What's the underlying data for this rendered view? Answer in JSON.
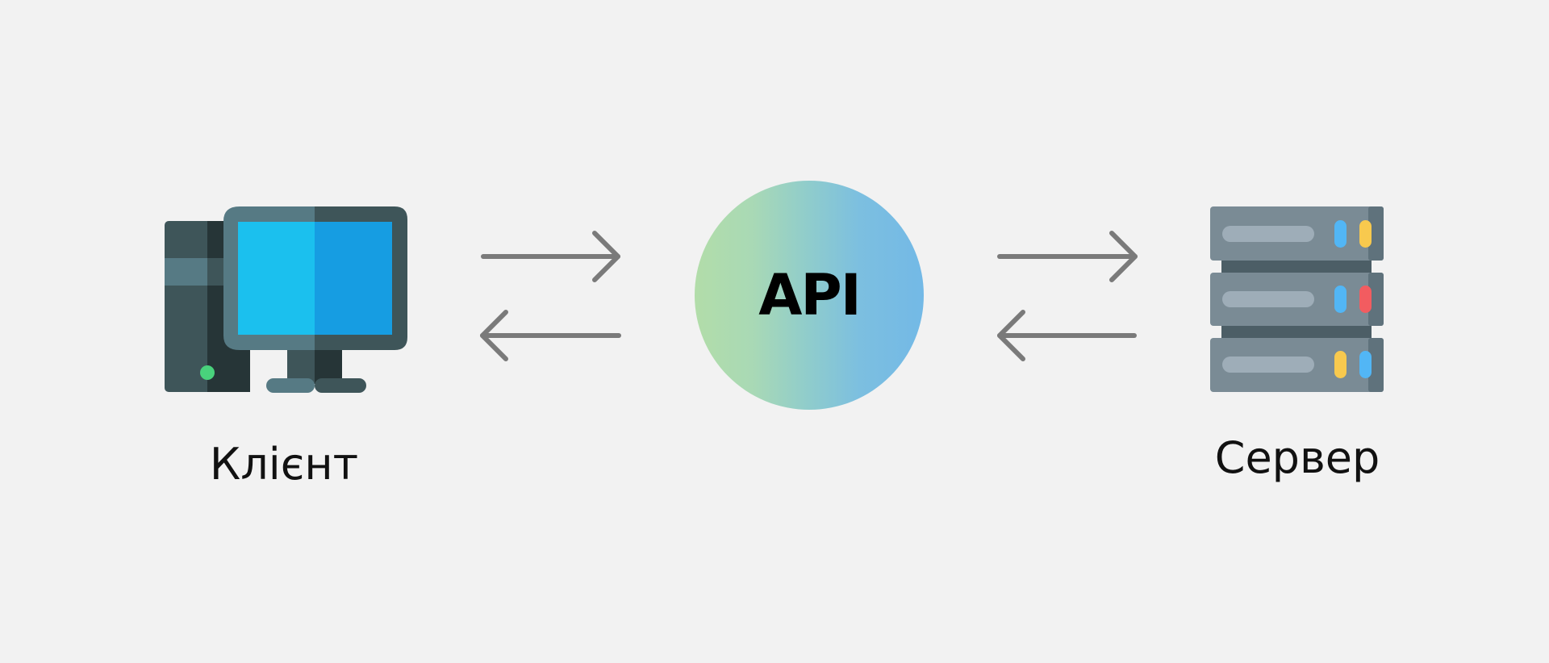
{
  "colors": {
    "background": "#f2f2f2",
    "arrow": "#7a7a7a",
    "api_gradient_start": "#b2dda9",
    "api_gradient_end": "#73b9e6",
    "monitor_screen_light": "#1bc0ee",
    "monitor_screen_dark": "#169de2",
    "server_body": "#7a8b95",
    "led_blue": "#52b6f5",
    "led_yellow": "#f8c94e",
    "led_red": "#f25c60",
    "client_led": "#49d27c"
  },
  "nodes": {
    "client": {
      "label": "Клієнт",
      "icon": "desktop-computer-icon"
    },
    "api": {
      "label": "API"
    },
    "server": {
      "label": "Сервер",
      "icon": "server-rack-icon"
    }
  },
  "connections": [
    {
      "from": "client",
      "to": "api",
      "direction": "bidirectional"
    },
    {
      "from": "api",
      "to": "server",
      "direction": "bidirectional"
    }
  ]
}
